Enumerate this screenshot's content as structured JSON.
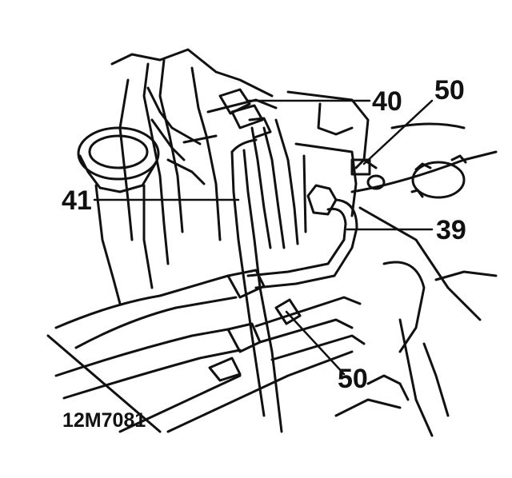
{
  "diagram": {
    "ink_color": "#111111",
    "background_color": "#ffffff",
    "callouts": [
      {
        "id": "c40",
        "text": "40"
      },
      {
        "id": "c50a",
        "text": "50"
      },
      {
        "id": "c41",
        "text": "41"
      },
      {
        "id": "c39",
        "text": "39"
      },
      {
        "id": "c50b",
        "text": "50"
      }
    ],
    "figure_code": "12M7081"
  }
}
